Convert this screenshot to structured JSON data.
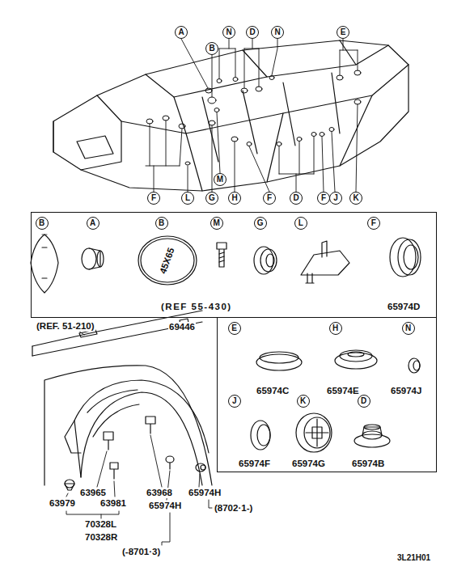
{
  "diagram": {
    "nodes": [
      {
        "text": [
          "A"
        ]
      },
      {
        "text": [
          "N"
        ]
      },
      {
        "text": [
          "D"
        ]
      },
      {
        "text": [
          "N"
        ]
      },
      {
        "text": [
          "E"
        ]
      },
      {
        "text": [
          "B"
        ]
      },
      {
        "text": [
          "M"
        ]
      },
      {
        "text": [
          "F"
        ]
      },
      {
        "text": [
          "L"
        ]
      },
      {
        "text": [
          "G"
        ]
      },
      {
        "text": [
          "H"
        ]
      },
      {
        "text": [
          "F"
        ]
      },
      {
        "text": [
          "D"
        ]
      },
      {
        "text": [
          "F"
        ]
      },
      {
        "text": [
          "J"
        ]
      },
      {
        "text": [
          "K"
        ]
      },
      {
        "text": [
          "(REF 55-430)",
          "65974D"
        ]
      },
      {
        "text": [
          "B"
        ],
        "in": 16
      },
      {
        "text": [
          "A"
        ],
        "in": 16
      },
      {
        "text": [
          "B"
        ],
        "in": 16
      },
      {
        "text": [
          "M"
        ],
        "in": 16
      },
      {
        "text": [
          "G"
        ],
        "in": 16
      },
      {
        "text": [
          "L"
        ],
        "in": 16
      },
      {
        "text": [
          "F"
        ],
        "in": 16
      },
      {
        "text": [
          "65974C",
          "65974E",
          "65974J",
          "65974F",
          "65974G",
          "65974B"
        ]
      },
      {
        "text": [
          "E"
        ],
        "in": 24
      },
      {
        "text": [
          "H"
        ],
        "in": 24
      },
      {
        "text": [
          "N"
        ],
        "in": 24
      },
      {
        "text": [
          "J"
        ],
        "in": 24
      },
      {
        "text": [
          "K"
        ],
        "in": 24
      },
      {
        "text": [
          "D"
        ],
        "in": 24
      }
    ],
    "labels": [
      "45X65",
      "(REF. 51-210)",
      "69446",
      "63965",
      "63968",
      "65974H",
      "65974H",
      "63979",
      "63981",
      "(8702·1-)",
      "70328L",
      "70328R",
      "(-8701·3)",
      "3L21H01"
    ]
  }
}
